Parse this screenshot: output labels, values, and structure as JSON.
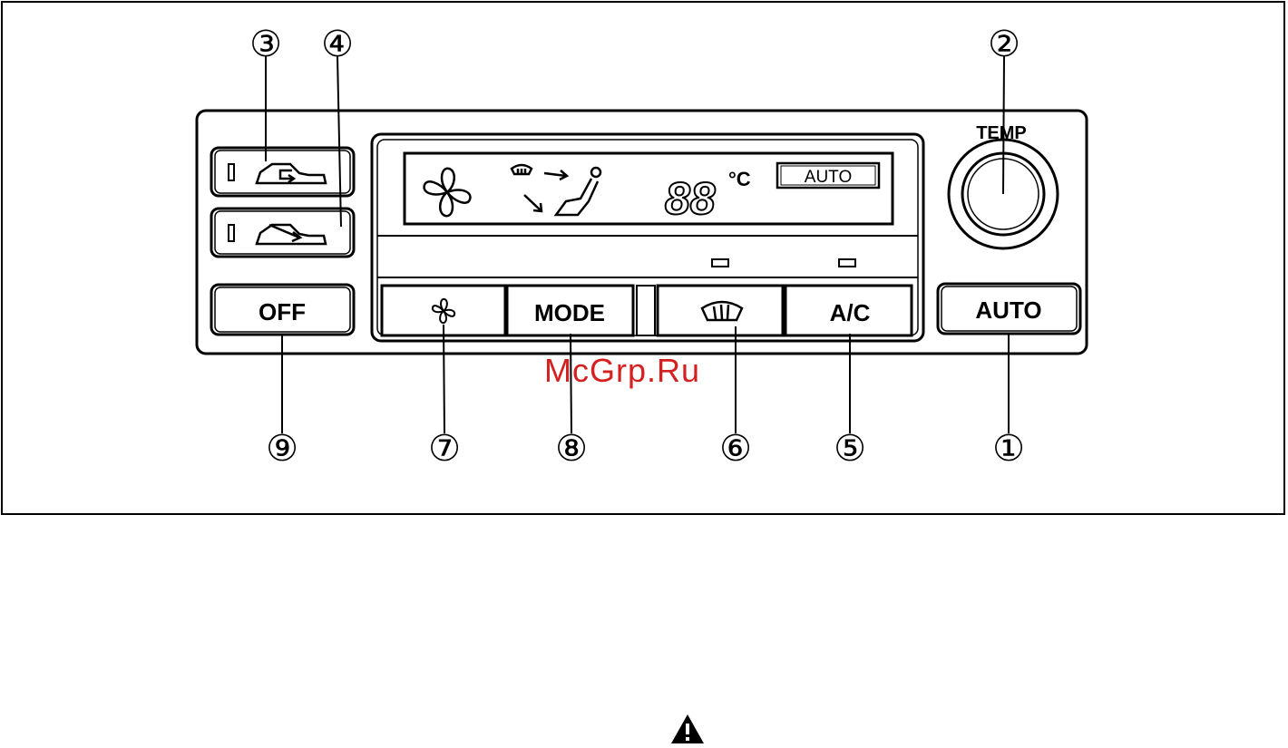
{
  "labels": {
    "temp": "TEMP",
    "display_auto": "AUTO",
    "display_temp": "88",
    "display_unit": "°C",
    "btn_off": "OFF",
    "btn_mode": "MODE",
    "btn_ac": "A/C",
    "btn_auto": "AUTO"
  },
  "callouts": {
    "c1": "①",
    "c2": "②",
    "c3": "③",
    "c4": "④",
    "c5": "⑤",
    "c6": "⑥",
    "c7": "⑦",
    "c8": "⑧",
    "c9": "⑨"
  },
  "watermark": "McGrp.Ru",
  "icons": {
    "recirculate": "recirculate-air-icon",
    "fresh_air": "fresh-air-icon",
    "fan": "fan-icon",
    "defroster": "defroster-icon",
    "seat_airflow": "seat-airflow-icon",
    "warning": "warning-triangle-icon"
  }
}
